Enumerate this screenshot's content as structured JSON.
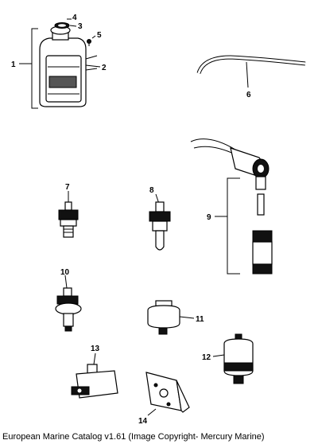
{
  "callouts": {
    "c1": "1",
    "c2": "2",
    "c3": "3",
    "c4": "4",
    "c5": "5",
    "c6": "6",
    "c7": "7",
    "c8": "8",
    "c9": "9",
    "c10": "10",
    "c11": "11",
    "c12": "12",
    "c13": "13",
    "c14": "14"
  },
  "caption": "European Marine Catalog v1.61 (Image Copyright- Mercury Marine)"
}
